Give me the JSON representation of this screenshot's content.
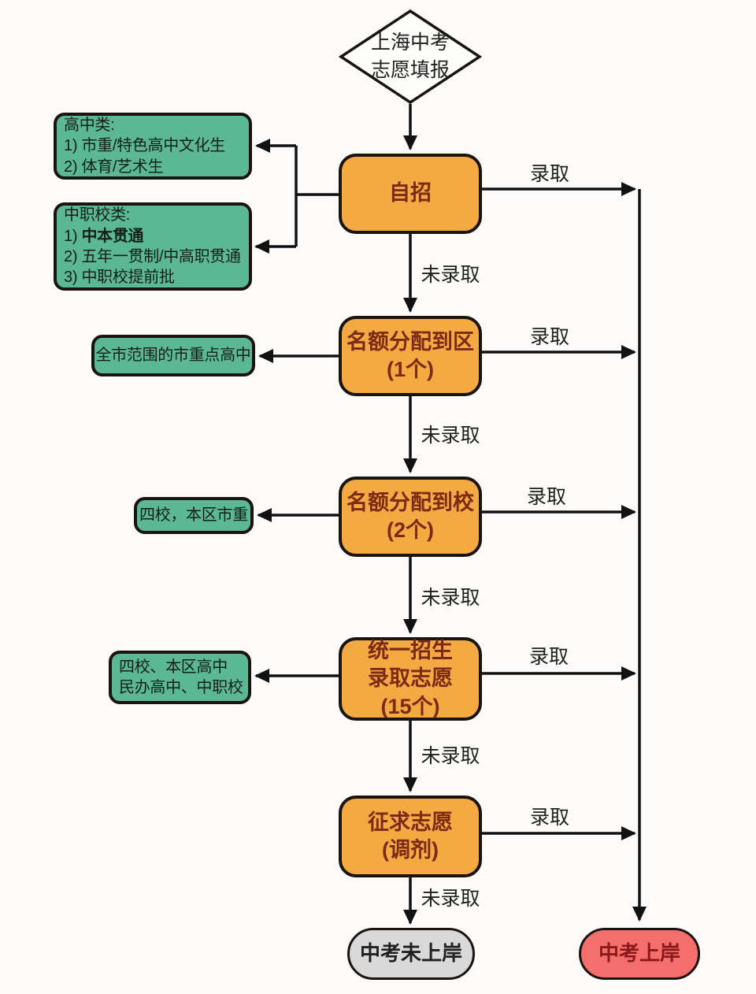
{
  "colors": {
    "orange": "#f4a942",
    "green": "#5cb794",
    "gray_fill": "#d9d9d9",
    "red_fill": "#f56e6e",
    "border": "#19140f",
    "line": "#121212",
    "orange_text": "#7b2a14",
    "red_text": "#8a1a1a",
    "text_dark": "#20201f",
    "note_text": "#122019",
    "bg": "#fcfbf9",
    "diamond_fill": "#fdfdfc"
  },
  "nodes": {
    "start": {
      "lines": [
        "上海中考",
        "志愿填报"
      ]
    },
    "self_recruit": {
      "label": "自招"
    },
    "quota_district": {
      "lines": [
        "名额分配到区",
        "(1个)"
      ]
    },
    "quota_school": {
      "lines": [
        "名额分配到校",
        "(2个)"
      ]
    },
    "unified_admission": {
      "lines": [
        "统一招生",
        "录取志愿",
        "(15个)"
      ]
    },
    "supplementary": {
      "lines": [
        "征求志愿",
        "(调剂)"
      ]
    },
    "not_landed": {
      "label": "中考未上岸"
    },
    "landed": {
      "label": "中考上岸"
    }
  },
  "notes": {
    "high_school": {
      "lines": [
        "高中类:",
        "1)  市重/特色高中文化生",
        "2)  体育/艺术生"
      ]
    },
    "vocational": {
      "title": "中职校类:",
      "item1_prefix": "1)  ",
      "item1_bold": "中本贯通",
      "item2": "2)  五年一贯制/中高职贯通",
      "item3": "3)  中职校提前批"
    },
    "district_key": {
      "label": "全市范围的市重点高中"
    },
    "four_schools_district": {
      "label": "四校，本区市重"
    },
    "unified_options": {
      "lines": [
        "四校、本区高中",
        "民办高中、中职校"
      ]
    }
  },
  "edge_labels": {
    "admitted": "录取",
    "not_admitted": "未录取"
  }
}
